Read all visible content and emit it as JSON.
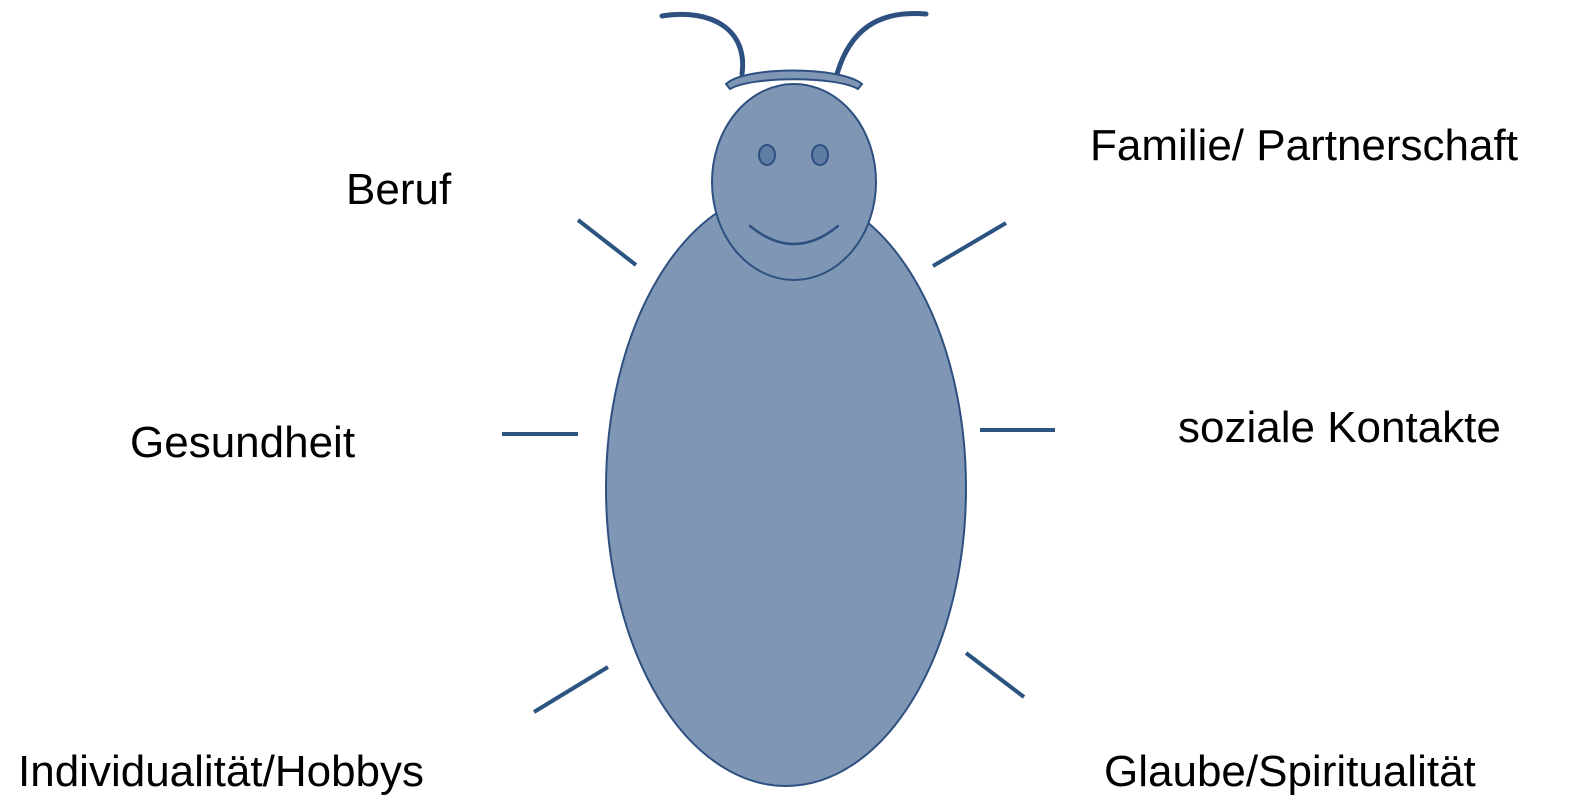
{
  "labels": {
    "beruf": "Beruf",
    "familie": "Familie/ Partnerschaft",
    "gesundheit": "Gesundheit",
    "soziale_kontakte": "soziale Kontakte",
    "individualitaet": "Individualität/Hobbys",
    "glaube": "Glaube/Spiritualität"
  },
  "colors": {
    "body_fill": "#7f97b4",
    "outline": "#2e5080",
    "legs": "#2c5480",
    "background": "#ffffff"
  },
  "icons": {
    "figure": "beetle-figure-icon"
  }
}
